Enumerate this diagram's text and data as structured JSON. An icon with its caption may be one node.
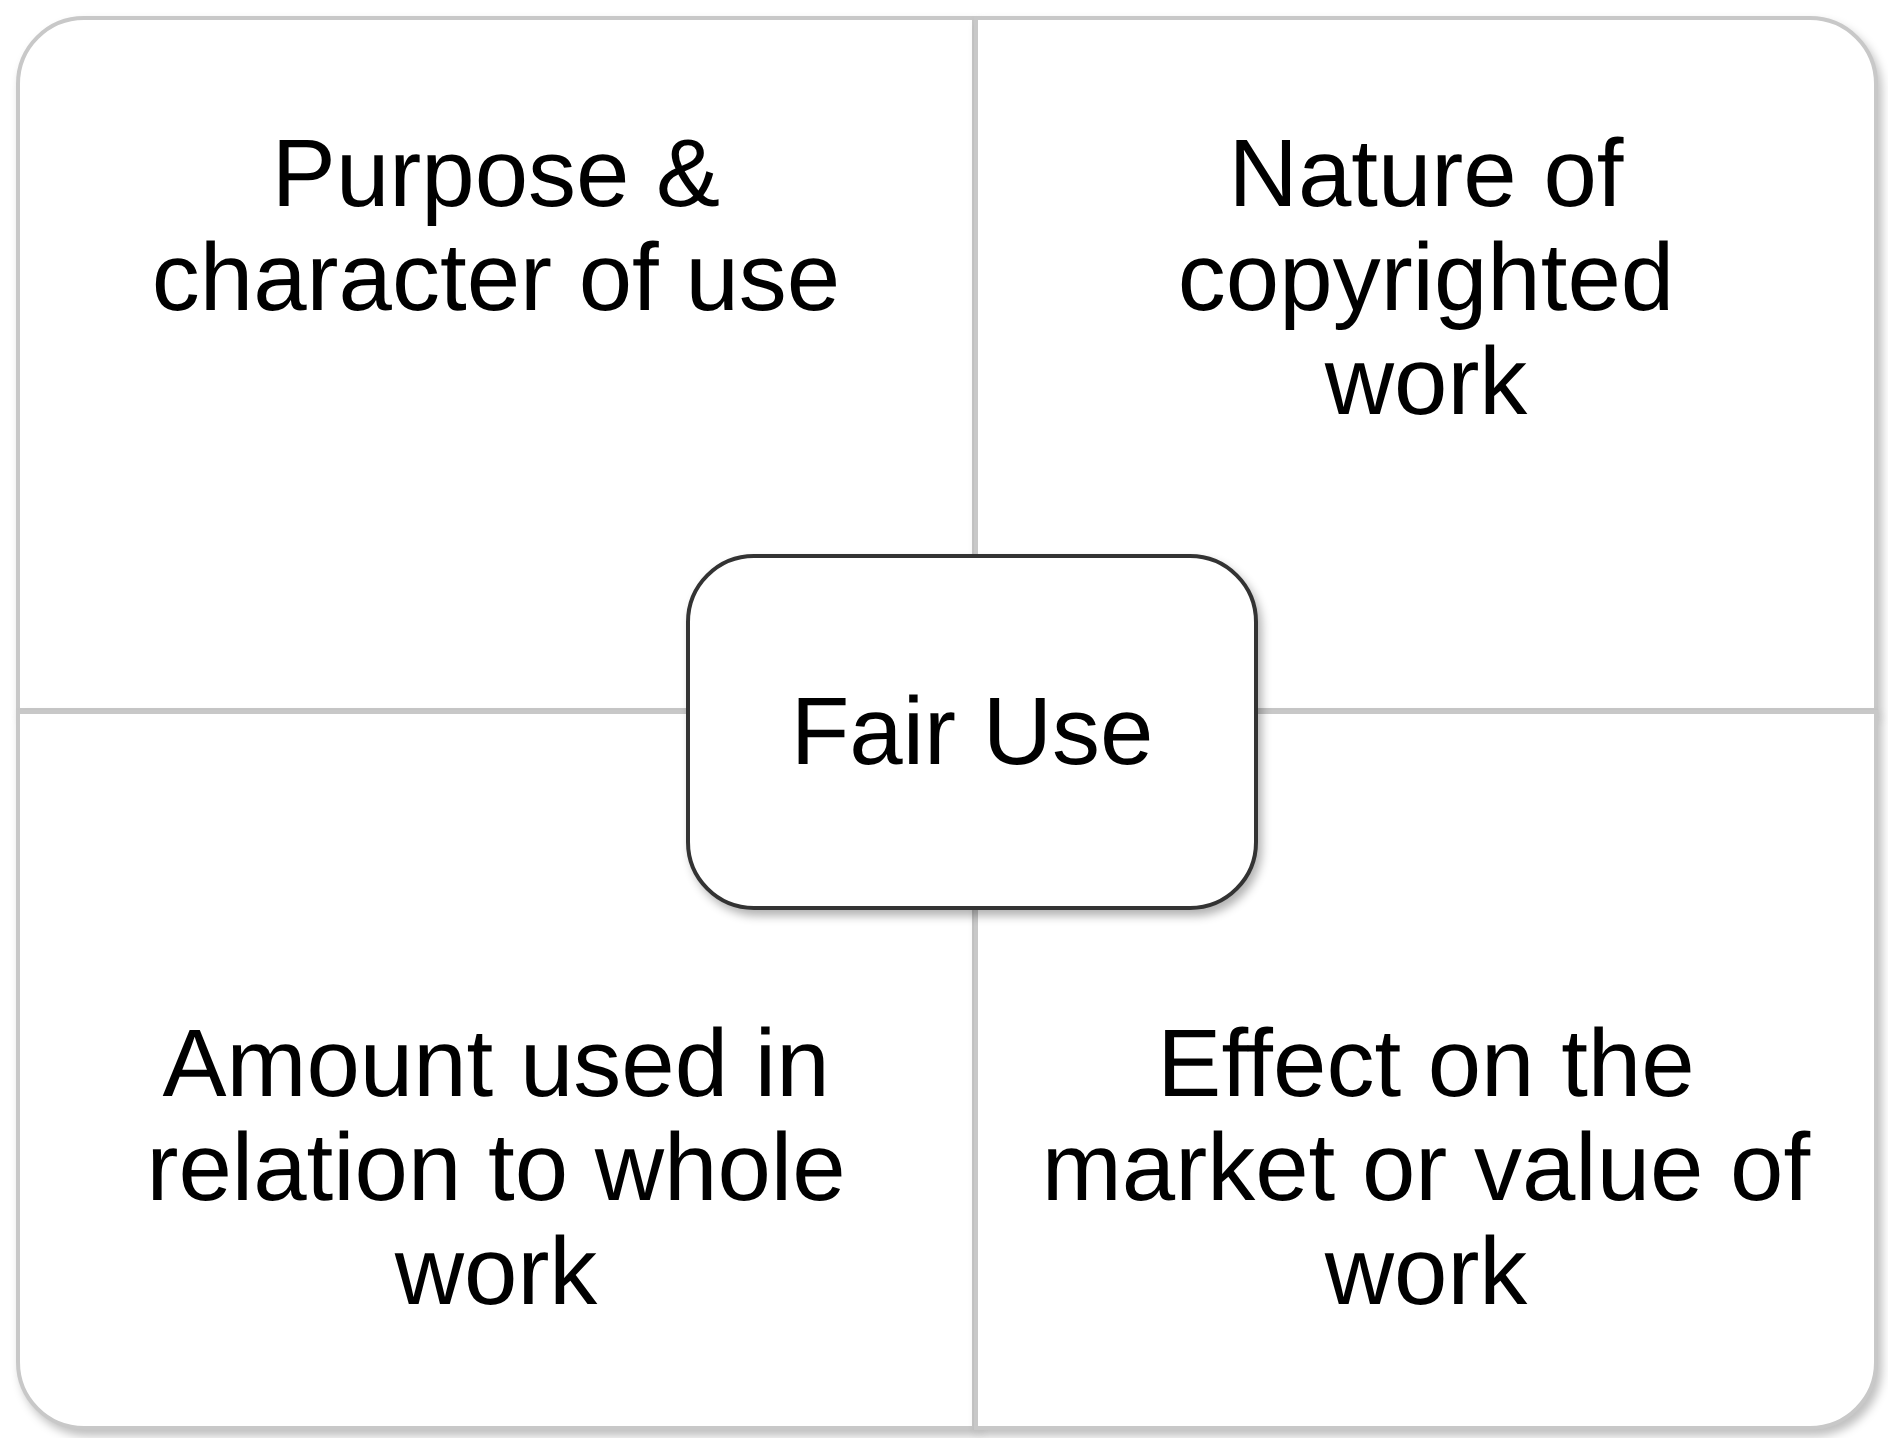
{
  "diagram": {
    "nodes": [
      {
        "text": [
          "Purpose & character of use"
        ]
      },
      {
        "text": [
          "Nature of copyrighted work"
        ]
      },
      {
        "text": [
          "Fair Use"
        ]
      },
      {
        "text": [
          "Amount used in relation to whole work"
        ]
      },
      {
        "text": [
          "Effect on the market or value of work"
        ]
      }
    ]
  }
}
